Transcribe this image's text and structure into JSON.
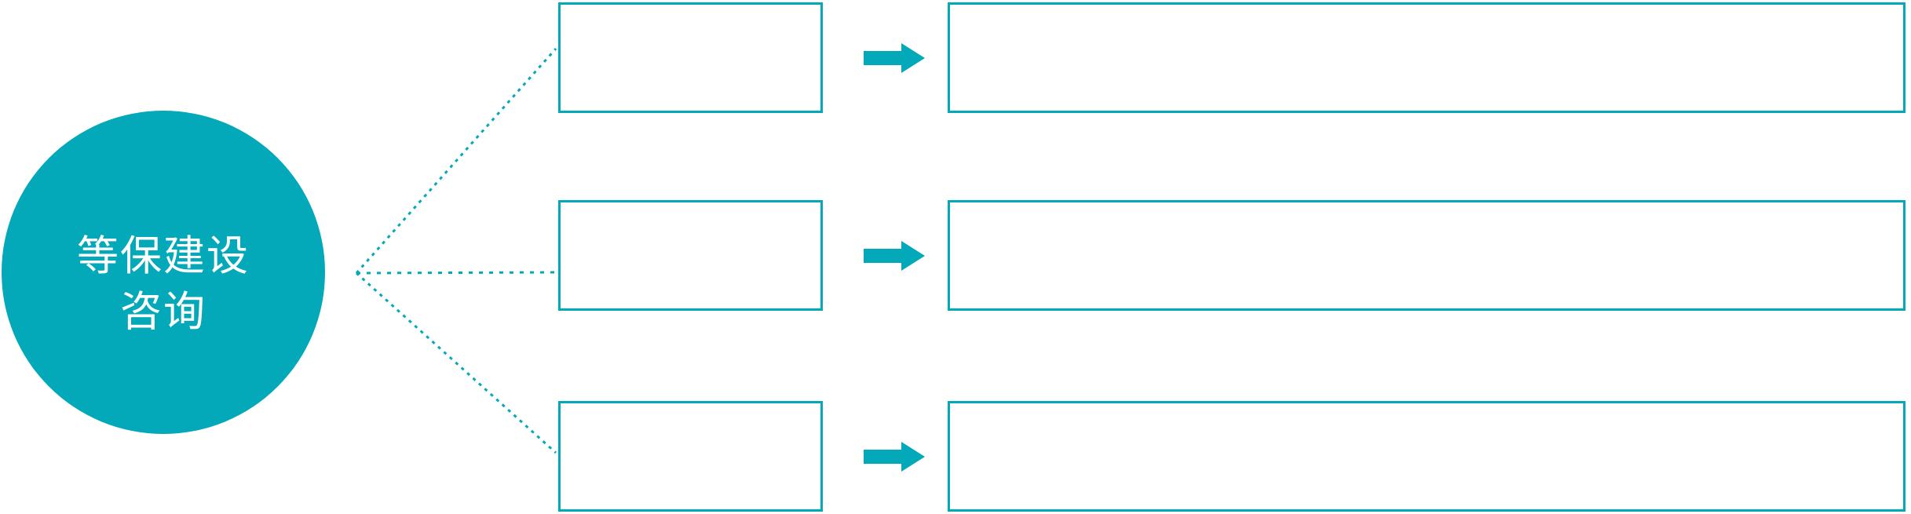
{
  "colors": {
    "accent": "#03a9b8",
    "circle_text": "#ffffff",
    "background": "#ffffff"
  },
  "circle": {
    "label_lines": [
      "等保建设",
      "咨询"
    ],
    "label_full": "等保建设咨询"
  },
  "rows": [
    {
      "id": "branch-1",
      "category_text": "",
      "detail_text": ""
    },
    {
      "id": "branch-2",
      "category_text": "",
      "detail_text": ""
    },
    {
      "id": "branch-3",
      "category_text": "",
      "detail_text": ""
    }
  ],
  "icons": {
    "connector_arrow": "right-block-arrow",
    "connector_line": "dotted-line"
  }
}
